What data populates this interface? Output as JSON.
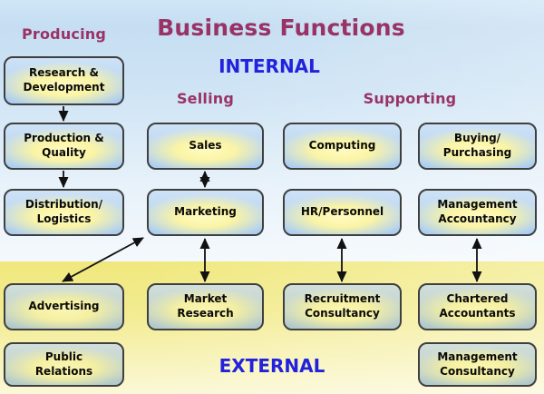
{
  "title": "Business Functions",
  "zones": {
    "internal_label": "INTERNAL",
    "external_label": "EXTERNAL"
  },
  "group_labels": {
    "producing": "Producing",
    "selling": "Selling",
    "supporting": "Supporting"
  },
  "boxes": [
    {
      "id": "research-development",
      "label": "Research &\nDevelopment",
      "zone": "internal",
      "group": "producing"
    },
    {
      "id": "production-quality",
      "label": "Production &\nQuality",
      "zone": "internal",
      "group": "producing"
    },
    {
      "id": "distribution-logistics",
      "label": "Distribution/\nLogistics",
      "zone": "internal",
      "group": "producing"
    },
    {
      "id": "sales",
      "label": "Sales",
      "zone": "internal",
      "group": "selling"
    },
    {
      "id": "marketing",
      "label": "Marketing",
      "zone": "internal",
      "group": "selling"
    },
    {
      "id": "computing",
      "label": "Computing",
      "zone": "internal",
      "group": "supporting"
    },
    {
      "id": "hr-personnel",
      "label": "HR/Personnel",
      "zone": "internal",
      "group": "supporting"
    },
    {
      "id": "buying-purchasing",
      "label": "Buying/\nPurchasing",
      "zone": "internal",
      "group": "supporting"
    },
    {
      "id": "management-accountancy",
      "label": "Management\nAccountancy",
      "zone": "internal",
      "group": "supporting"
    },
    {
      "id": "advertising",
      "label": "Advertising",
      "zone": "external",
      "group": "producing"
    },
    {
      "id": "market-research",
      "label": "Market\nResearch",
      "zone": "external",
      "group": "selling"
    },
    {
      "id": "recruitment-consultancy",
      "label": "Recruitment\nConsultancy",
      "zone": "external",
      "group": "supporting"
    },
    {
      "id": "chartered-accountants",
      "label": "Chartered\nAccountants",
      "zone": "external",
      "group": "supporting"
    },
    {
      "id": "public-relations",
      "label": "Public\nRelations",
      "zone": "external",
      "group": "producing"
    },
    {
      "id": "management-consultancy",
      "label": "Management\nConsultancy",
      "zone": "external",
      "group": "supporting"
    }
  ],
  "connections": [
    {
      "from": "research-development",
      "to": "production-quality",
      "bidirectional": false
    },
    {
      "from": "production-quality",
      "to": "distribution-logistics",
      "bidirectional": false
    },
    {
      "from": "sales",
      "to": "marketing",
      "bidirectional": true
    },
    {
      "from": "marketing",
      "to": "market-research",
      "bidirectional": true
    },
    {
      "from": "marketing",
      "to": "advertising",
      "bidirectional": true
    },
    {
      "from": "hr-personnel",
      "to": "recruitment-consultancy",
      "bidirectional": true
    },
    {
      "from": "management-accountancy",
      "to": "chartered-accountants",
      "bidirectional": true
    }
  ],
  "colors": {
    "heading": "#993366",
    "zone_label": "#2222dd",
    "box_text": "#0a0a0a",
    "arrow": "#111111",
    "internal_bg_top": "#c6def2",
    "external_bg_top": "#f0e87c",
    "internal_box_edge": "#abcdf0",
    "external_box_edge": "#b2c9c9",
    "box_glow": "#faf4a6"
  }
}
